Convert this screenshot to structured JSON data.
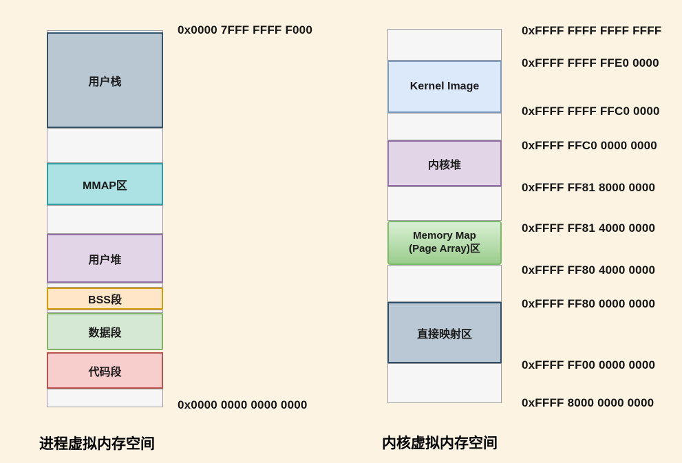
{
  "page": {
    "background_color": "#FCF3E2"
  },
  "process_space": {
    "caption": "进程虚拟内存空间",
    "top_address": "0x0000 7FFF FFFF F000",
    "bottom_address": "0x0000 0000 0000 0000",
    "segments": {
      "user_stack": {
        "label": "用户栈",
        "fill": "#B9C7D3",
        "border": "#33536B"
      },
      "mmap": {
        "label": "MMAP区",
        "fill": "#ACE2E4",
        "border": "#2D9CA3"
      },
      "user_heap": {
        "label": "用户堆",
        "fill": "#E1D5E7",
        "border": "#9673A6"
      },
      "bss": {
        "label": "BSS段",
        "fill": "#FFE6C9",
        "border": "#D79B00"
      },
      "data": {
        "label": "数据段",
        "fill": "#D5E8D4",
        "border": "#82B366"
      },
      "code": {
        "label": "代码段",
        "fill": "#F8CECC",
        "border": "#B85450"
      }
    }
  },
  "kernel_space": {
    "caption": "内核虚拟内存空间",
    "segments": {
      "kernel_image": {
        "label": "Kernel Image",
        "fill": "#DCE9FA",
        "border": "#7D9BC1"
      },
      "kernel_heap": {
        "label": "内核堆",
        "fill": "#E1D5E7",
        "border": "#9673A6"
      },
      "memory_map": {
        "label_lines": [
          "Memory Map",
          "(Page Array)区"
        ],
        "fill_top": "#D9EFD4",
        "fill_bottom": "#9ACD8C",
        "border": "#7CB96A"
      },
      "direct_mapping": {
        "label": "直接映射区",
        "fill": "#B9C8D4",
        "border": "#2E4D68"
      }
    },
    "addresses": [
      "0xFFFF FFFF FFFF FFFF",
      "0xFFFF FFFF FFE0 0000",
      "0xFFFF FFFF FFC0 0000",
      "0xFFFF FFC0 0000 0000",
      "0xFFFF FF81 8000 0000",
      "0xFFFF FF81 4000 0000",
      "0xFFFF FF80 4000 0000",
      "0xFFFF FF80 0000 0000",
      "0xFFFF FF00 0000 0000",
      "0xFFFF 8000 0000 0000"
    ]
  }
}
